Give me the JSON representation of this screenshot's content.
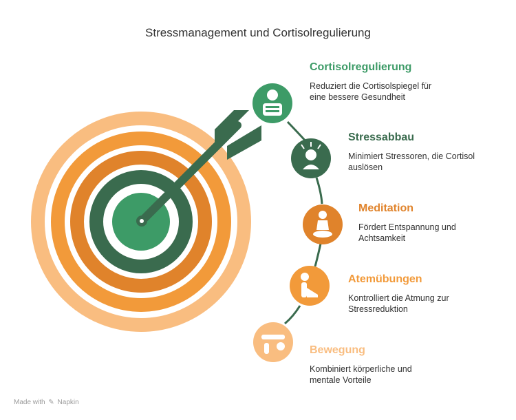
{
  "title": "Stressmanagement und Cortisolregulierung",
  "colors": {
    "green": "#3d9b67",
    "dark_green": "#3a6b4e",
    "orange_dark": "#e0832b",
    "orange": "#f29a3a",
    "orange_light": "#f9bd80"
  },
  "items": [
    {
      "title": "Cortisolregulierung",
      "desc": "Reduziert die Cortisolspiegel für eine bessere Gesundheit",
      "icon": "doctor-patient-icon",
      "color": "#3d9b67"
    },
    {
      "title": "Stressabbau",
      "desc": "Minimiert Stressoren, die Cortisol auslösen",
      "icon": "stressed-person-icon",
      "color": "#3a6b4e"
    },
    {
      "title": "Meditation",
      "desc": "Fördert Entspannung und Achtsamkeit",
      "icon": "meditating-person-icon",
      "color": "#e0832b"
    },
    {
      "title": "Atemübungen",
      "desc": "Kontrolliert die Atmung zur Stressreduktion",
      "icon": "breathing-exercise-icon",
      "color": "#f29a3a"
    },
    {
      "title": "Bewegung",
      "desc": "Kombiniert körperliche und mentale Vorteile",
      "icon": "stretching-person-icon",
      "color": "#f9bd80"
    }
  ],
  "footer": {
    "made_with": "Made with",
    "brand": "Napkin"
  }
}
